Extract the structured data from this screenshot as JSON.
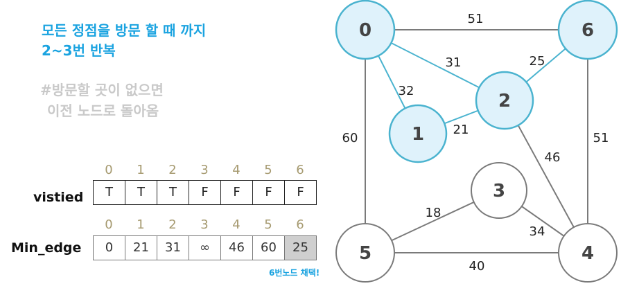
{
  "heading": {
    "line1": "모든 정점을 방문 할 때 까지",
    "line2": "2~3번 반복"
  },
  "note": {
    "line1": "#방문할 곳이 없으면",
    "line2": "이전 노드로 돌아옴"
  },
  "visited": {
    "label": "vistied",
    "indices": [
      "0",
      "1",
      "2",
      "3",
      "4",
      "5",
      "6"
    ],
    "values": [
      "T",
      "T",
      "T",
      "F",
      "F",
      "F",
      "F"
    ]
  },
  "min_edge": {
    "label": "Min_edge",
    "indices": [
      "0",
      "1",
      "2",
      "3",
      "4",
      "5",
      "6"
    ],
    "values": [
      "0",
      "21",
      "31",
      "∞",
      "46",
      "60",
      "25"
    ],
    "highlight_index": 6,
    "caption": "6번노드 채택!"
  },
  "graph": {
    "nodes": [
      {
        "id": "0",
        "visited": true
      },
      {
        "id": "6",
        "visited": true
      },
      {
        "id": "2",
        "visited": true
      },
      {
        "id": "1",
        "visited": true
      },
      {
        "id": "3",
        "visited": false
      },
      {
        "id": "5",
        "visited": false
      },
      {
        "id": "4",
        "visited": false
      }
    ],
    "edges": [
      {
        "from": "0",
        "to": "6",
        "weight": "51"
      },
      {
        "from": "0",
        "to": "2",
        "weight": "31"
      },
      {
        "from": "0",
        "to": "1",
        "weight": "32"
      },
      {
        "from": "0",
        "to": "5",
        "weight": "60"
      },
      {
        "from": "6",
        "to": "2",
        "weight": "25"
      },
      {
        "from": "6",
        "to": "4",
        "weight": "51"
      },
      {
        "from": "2",
        "to": "1",
        "weight": "21"
      },
      {
        "from": "2",
        "to": "4",
        "weight": "46"
      },
      {
        "from": "3",
        "to": "5",
        "weight": "18"
      },
      {
        "from": "3",
        "to": "4",
        "weight": "34"
      },
      {
        "from": "5",
        "to": "4",
        "weight": "40"
      }
    ]
  },
  "colors": {
    "accent": "#1aa3e0",
    "visited_fill": "#dff2fb",
    "visited_stroke": "#4ab3cf",
    "unvisited_stroke": "#7a7a7a",
    "highlight_cell": "#cfcfcf"
  }
}
